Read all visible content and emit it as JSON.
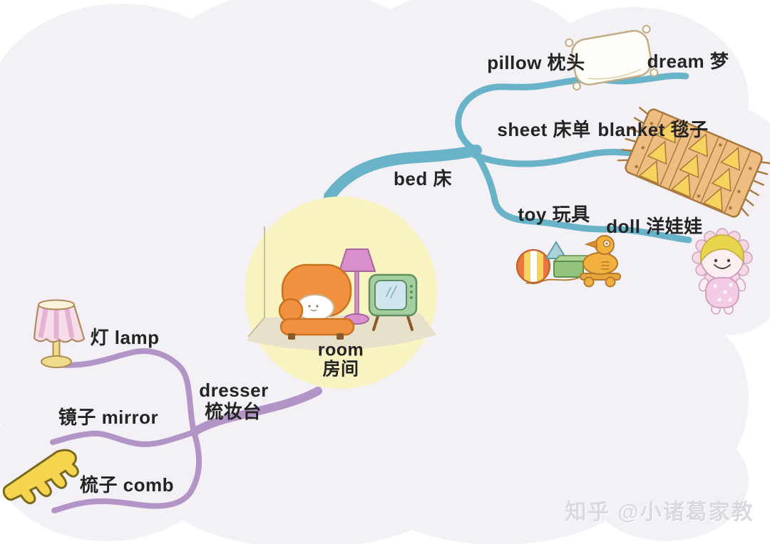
{
  "center": {
    "en": "room",
    "zh": "房间"
  },
  "nodes": {
    "bed": "bed 床",
    "pillow": "pillow 枕头",
    "dream": "dream 梦",
    "sheet": "sheet 床单",
    "blanket": "blanket 毯子",
    "toy": "toy 玩具",
    "doll": "doll 洋娃娃",
    "dresser_en": "dresser",
    "dresser_zh": "梳妆台",
    "lamp": "灯 lamp",
    "mirror": "镜子 mirror",
    "comb": "梳子 comb"
  },
  "watermark": "知乎 @小诸葛家教",
  "colors": {
    "branch_bed": "#68b3c8",
    "branch_dresser": "#b294c6",
    "center_fill": "#f9f3c2",
    "cloud": "#f3f1f6",
    "background": "#ffffff",
    "text": "#242424"
  }
}
